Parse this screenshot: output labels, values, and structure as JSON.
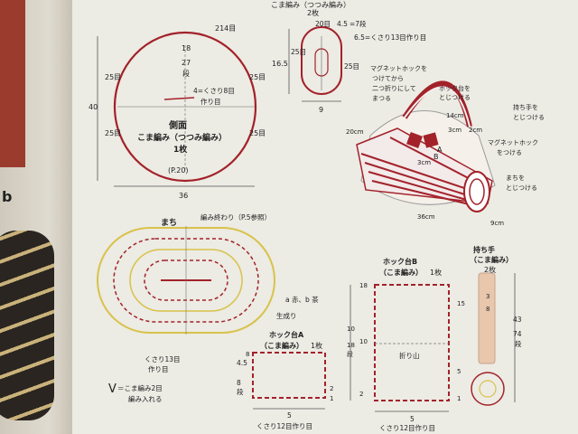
{
  "left_page": {
    "letter": "b"
  },
  "side_panel": {
    "top_count": "214目",
    "left_top": "25目",
    "left_bottom": "25目",
    "right_top": "25目",
    "right_bottom": "25目",
    "height": "40",
    "center_count": "18",
    "center_rows": "27",
    "center_unit": "段",
    "inc_label": "4=くさり8目",
    "inc_sub": "作り目",
    "title1": "側面",
    "title2": "こま編み（つつみ編み）",
    "title3": "1枚",
    "page_ref": "(P.20)",
    "width": "36"
  },
  "strap_piece": {
    "title": "こま編み（つつみ編み）",
    "count": "2枚",
    "n20": "20目",
    "n45": "4.5",
    "n7": "=7段",
    "foundation": "6.5=くさり13目作り目",
    "height": "16.5",
    "left25": "25目",
    "right25": "25目",
    "width": "9"
  },
  "assembly": {
    "magnet_note1": "マグネットホックを",
    "magnet_note2": "つけてから",
    "magnet_note3": "二つ折りにして",
    "magnet_note4": "まつる",
    "hook_base1": "ホック台を",
    "hook_base2": "とじつける",
    "handle1": "持ち手を",
    "handle2": "とじつける",
    "magnet_attach1": "マグネットホック",
    "magnet_attach2": "をつける",
    "gusset1": "まちを",
    "gusset2": "とじつける",
    "d14": "14cm",
    "d3a": "3cm",
    "d2": "2cm",
    "d3b": "3cm",
    "d20": "20cm",
    "d36": "36cm",
    "d9": "9cm",
    "labelA": "A",
    "labelB": "B"
  },
  "gusset": {
    "title": "まち",
    "end_note": "編み終わり（P.5参照）",
    "a_note": "a 赤、b 茶",
    "raw": "生成り",
    "chain1": "くさり13目",
    "chain2": "作り目",
    "legend1": "＝こま編み2目",
    "legend2": "編み入れる"
  },
  "hook_a": {
    "title1": "ホック台A",
    "title2": "（こま編み）",
    "count": "1枚",
    "h45": "4.5",
    "h8": "8",
    "dan": "段",
    "w5": "5",
    "foundation": "くさり12目作り目",
    "r1": "1",
    "r2": "2",
    "r8": "8"
  },
  "hook_b": {
    "title1": "ホック台B",
    "title2": "（こま編み）",
    "count": "1枚",
    "r18": "18",
    "r15": "15",
    "r10": "10",
    "r5": "5",
    "r2": "2",
    "r1": "1",
    "h10": "10",
    "h18": "18",
    "dan": "段",
    "fold": "折り山",
    "w5": "5",
    "foundation": "くさり12目作り目"
  },
  "handle": {
    "title1": "持ち手",
    "title2": "（こま編み）",
    "count": "2枚",
    "h43": "43",
    "h74": "74",
    "dan": "段",
    "c3": "3",
    "c8": "8"
  },
  "colors": {
    "red": "#a3222a",
    "yellow": "#d9c24a",
    "ink": "#222222"
  }
}
